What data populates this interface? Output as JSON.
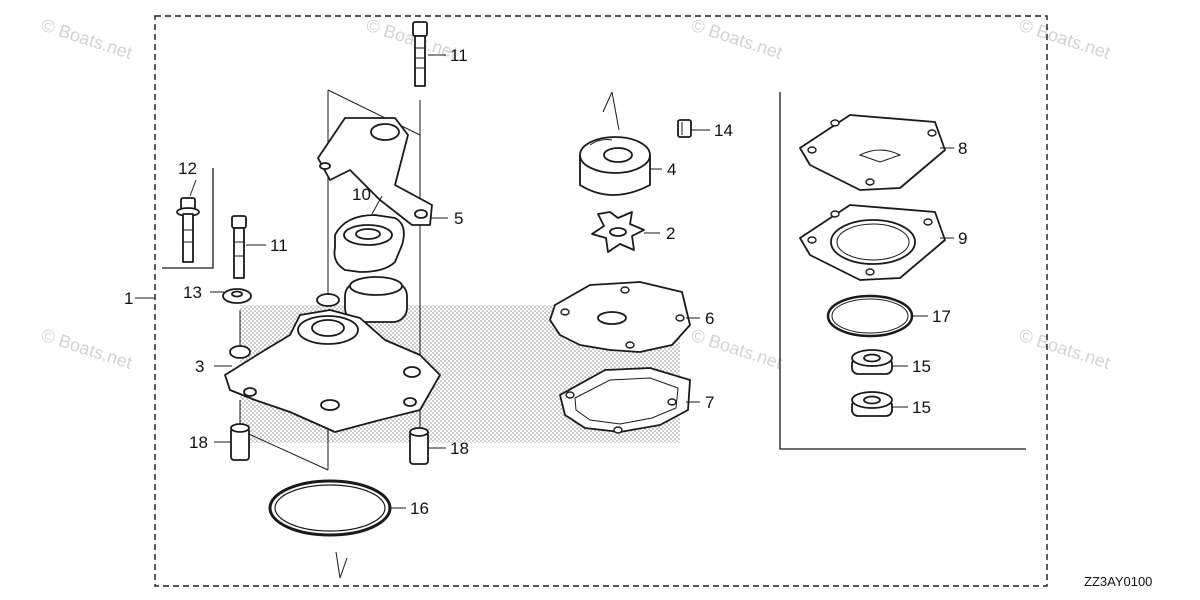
{
  "watermark_text": "© Boats.net",
  "diagram_code": "ZZ3AY0100",
  "callouts": {
    "c1": "1",
    "c2": "2",
    "c3": "3",
    "c4": "4",
    "c5": "5",
    "c6": "6",
    "c7": "7",
    "c8": "8",
    "c9": "9",
    "c10": "10",
    "c11a": "11",
    "c11b": "11",
    "c12": "12",
    "c13": "13",
    "c14": "14",
    "c15a": "15",
    "c15b": "15",
    "c16": "16",
    "c17": "17",
    "c18a": "18",
    "c18b": "18"
  },
  "parts": [
    {
      "number": "1",
      "icon": "water-pump-kit"
    },
    {
      "number": "2",
      "icon": "impeller"
    },
    {
      "number": "3",
      "icon": "pump-case"
    },
    {
      "number": "4",
      "icon": "impeller-housing"
    },
    {
      "number": "5",
      "icon": "bracket"
    },
    {
      "number": "6",
      "icon": "plate-gasket"
    },
    {
      "number": "7",
      "icon": "gasket"
    },
    {
      "number": "8",
      "icon": "plate"
    },
    {
      "number": "9",
      "icon": "gasket"
    },
    {
      "number": "10",
      "icon": "grommet"
    },
    {
      "number": "11",
      "icon": "bolt"
    },
    {
      "number": "12",
      "icon": "flange-bolt"
    },
    {
      "number": "13",
      "icon": "washer"
    },
    {
      "number": "14",
      "icon": "key"
    },
    {
      "number": "15",
      "icon": "bearing"
    },
    {
      "number": "16",
      "icon": "o-ring"
    },
    {
      "number": "17",
      "icon": "o-ring"
    },
    {
      "number": "18",
      "icon": "dowel-pin"
    }
  ]
}
